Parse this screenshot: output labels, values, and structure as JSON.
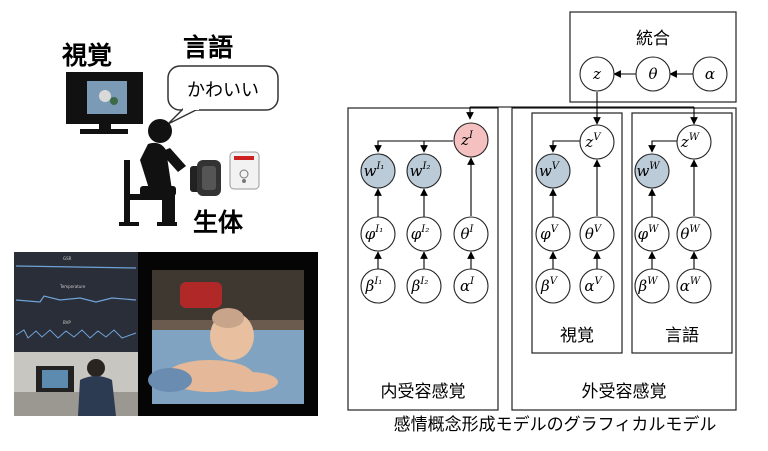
{
  "labels": {
    "vision": "視覚",
    "language": "言語",
    "speech_bubble": "かわいい",
    "body": "生体",
    "integration": "統合",
    "interoception": "内受容感覚",
    "exteroception": "外受容感覚",
    "vision_box": "視覚",
    "language_box": "言語",
    "caption": "感情概念形成モデルのグラフィカルモデル",
    "monitor_gsr": "GSR",
    "monitor_temp": "Temperature",
    "monitor_bvp": "BVP"
  },
  "colors": {
    "observed_fill": "#bccbd8",
    "latent_top_fill": "#f4c0c0",
    "edge": "#000000"
  },
  "nodes": {
    "z": {
      "base": "z",
      "sup": ""
    },
    "theta": {
      "base": "θ",
      "sup": ""
    },
    "alpha": {
      "base": "α",
      "sup": ""
    },
    "zI": {
      "base": "z",
      "sup": "I"
    },
    "wI1": {
      "base": "w",
      "sup": "I₁"
    },
    "wI2": {
      "base": "w",
      "sup": "I₂"
    },
    "phiI1": {
      "base": "φ",
      "sup": "I₁"
    },
    "phiI2": {
      "base": "φ",
      "sup": "I₂"
    },
    "thetaI": {
      "base": "θ",
      "sup": "I"
    },
    "betaI1": {
      "base": "β",
      "sup": "I₁"
    },
    "betaI2": {
      "base": "β",
      "sup": "I₂"
    },
    "alphaI": {
      "base": "α",
      "sup": "I"
    },
    "zV": {
      "base": "z",
      "sup": "V"
    },
    "wV": {
      "base": "w",
      "sup": "V"
    },
    "phiV": {
      "base": "φ",
      "sup": "V"
    },
    "thetaV": {
      "base": "θ",
      "sup": "V"
    },
    "betaV": {
      "base": "β",
      "sup": "V"
    },
    "alphaV": {
      "base": "α",
      "sup": "V"
    },
    "zW": {
      "base": "z",
      "sup": "W"
    },
    "wW": {
      "base": "w",
      "sup": "W"
    },
    "phiW": {
      "base": "φ",
      "sup": "W"
    },
    "thetaW": {
      "base": "θ",
      "sup": "W"
    },
    "betaW": {
      "base": "β",
      "sup": "W"
    },
    "alphaW": {
      "base": "α",
      "sup": "W"
    }
  }
}
